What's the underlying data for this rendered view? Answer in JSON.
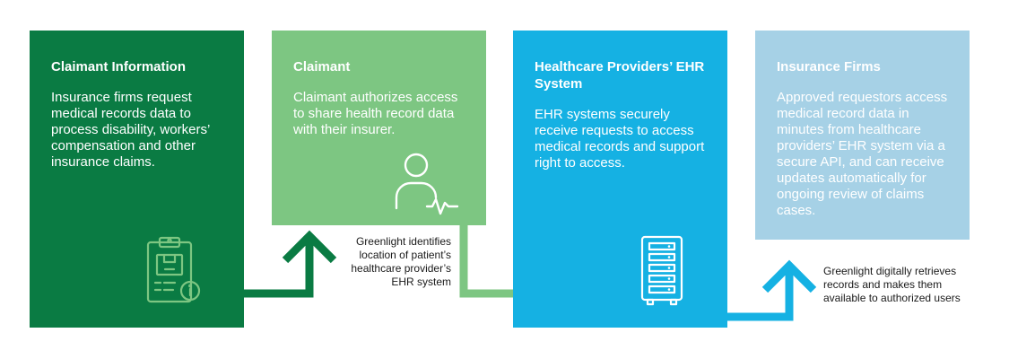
{
  "steps": [
    {
      "title": "Claimant Information",
      "body": "Insurance firms request medical records data to process disability, workers’ compensation and other insurance claims.",
      "icon": "clipboard-info-icon",
      "color": "#0a7b43"
    },
    {
      "title": "Claimant",
      "body": "Claimant authorizes access to share health record data with their insurer.",
      "icon": "person-heartbeat-icon",
      "color": "#7dc682"
    },
    {
      "title": "Healthcare Providers’ EHR System",
      "body": "EHR systems securely receive requests to access medical records and support right to access.",
      "icon": "server-icon",
      "color": "#15b1e3"
    },
    {
      "title": "Insurance Firms",
      "body": "Approved requestors access medical record data in minutes from healthcare providers’ EHR system via a secure API, and can receive updates automatically for ongoing review of claims cases.",
      "color": "#a6d1e6"
    }
  ],
  "notes": {
    "locate": "Greenlight identifies location of patient’s healthcare provider’s EHR system",
    "retrieve": "Greenlight digitally retrieves records and makes them available to authorized users"
  }
}
